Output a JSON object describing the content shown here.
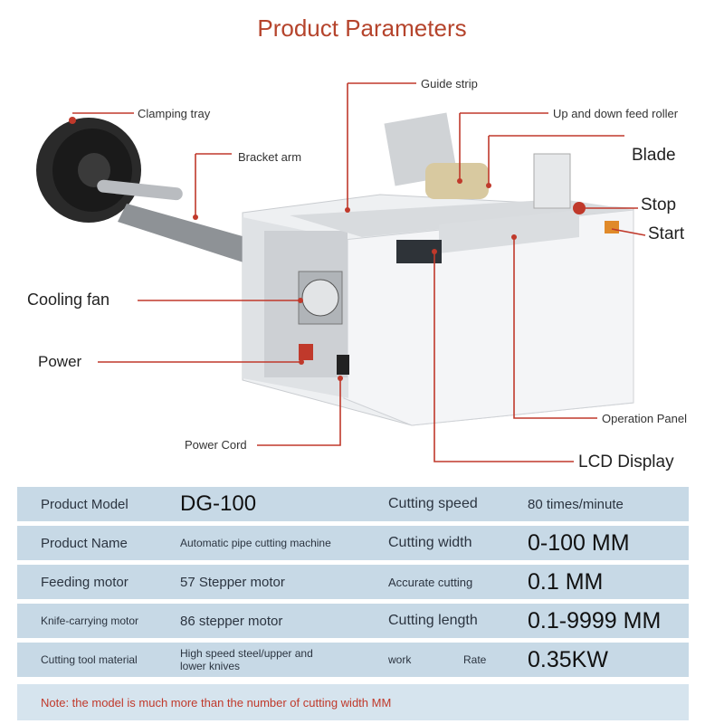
{
  "title": "Product Parameters",
  "callouts": {
    "guide_strip": "Guide strip",
    "clamping_tray": "Clamping tray",
    "feed_roller": "Up and down feed roller",
    "bracket_arm": "Bracket arm",
    "blade": "Blade",
    "stop": "Stop",
    "start": "Start",
    "cooling_fan": "Cooling fan",
    "power": "Power",
    "operation_panel": "Operation Panel",
    "power_cord": "Power Cord",
    "lcd_display": "LCD Display"
  },
  "colors": {
    "title": "#b5442c",
    "leader": "#c0392b",
    "row_bg": "#c7d9e6",
    "machine": "#e9ecef"
  },
  "spec_table": [
    {
      "k1": "Product Model",
      "v1": "DG-100",
      "k2": "Cutting speed",
      "v2": "80 times/minute"
    },
    {
      "k1": "Product Name",
      "v1": "Automatic pipe cutting machine",
      "k2": "Cutting width",
      "v2": "0-100 MM"
    },
    {
      "k1": "Feeding motor",
      "v1": "57 Stepper motor",
      "k2": "Accurate cutting",
      "v2": "0.1 MM"
    },
    {
      "k1": "Knife-carrying motor",
      "v1": "86 stepper motor",
      "k2": "Cutting length",
      "v2": "0.1-9999 MM"
    },
    {
      "k1": "Cutting tool material",
      "v1": "High speed steel/upper and lower knives",
      "k2a": "work",
      "k2b": "Rate",
      "v2": "0.35KW"
    }
  ],
  "note": "Note: the model is much more than the number of cutting width MM"
}
